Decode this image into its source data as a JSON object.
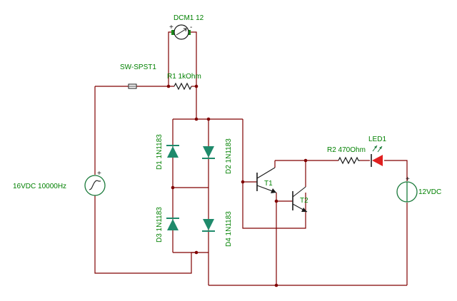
{
  "colors": {
    "background": "#ffffff",
    "wire": "#800000",
    "junction": "#800000",
    "label_text": "#008000",
    "diode_fill": "#1f8a6b",
    "source_outline": "#1a7a3a",
    "led_fill": "#e02020",
    "led_arrows": "#1a7a3a",
    "component_line": "#1a1a1a"
  },
  "components": {
    "motor": {
      "label": "DCM1 12",
      "plus": "+",
      "minus": "-",
      "icon": "dc-motor-icon"
    },
    "switch": {
      "label": "SW-SPST1",
      "icon": "spst-switch-icon"
    },
    "r1": {
      "label": "R1 1kOhm",
      "icon": "resistor-icon"
    },
    "d1": {
      "label": "D1 1N1183",
      "icon": "diode-icon"
    },
    "d2": {
      "label": "D2 1N1183",
      "icon": "diode-icon"
    },
    "d3": {
      "label": "D3 1N1183",
      "icon": "diode-icon"
    },
    "d4": {
      "label": "D4 1N1183",
      "icon": "diode-icon"
    },
    "ac_source": {
      "label": "16VDC 10000Hz",
      "plus": "+",
      "icon": "ac-source-icon"
    },
    "t1": {
      "label": "T1",
      "icon": "npn-transistor-icon"
    },
    "t2": {
      "label": "T2",
      "icon": "npn-transistor-icon"
    },
    "r2": {
      "label": "R2 470Ohm",
      "icon": "resistor-icon"
    },
    "led": {
      "label": "LED1",
      "icon": "led-icon"
    },
    "dc_source": {
      "label": "12VDC",
      "plus": "+",
      "icon": "dc-source-icon"
    }
  }
}
